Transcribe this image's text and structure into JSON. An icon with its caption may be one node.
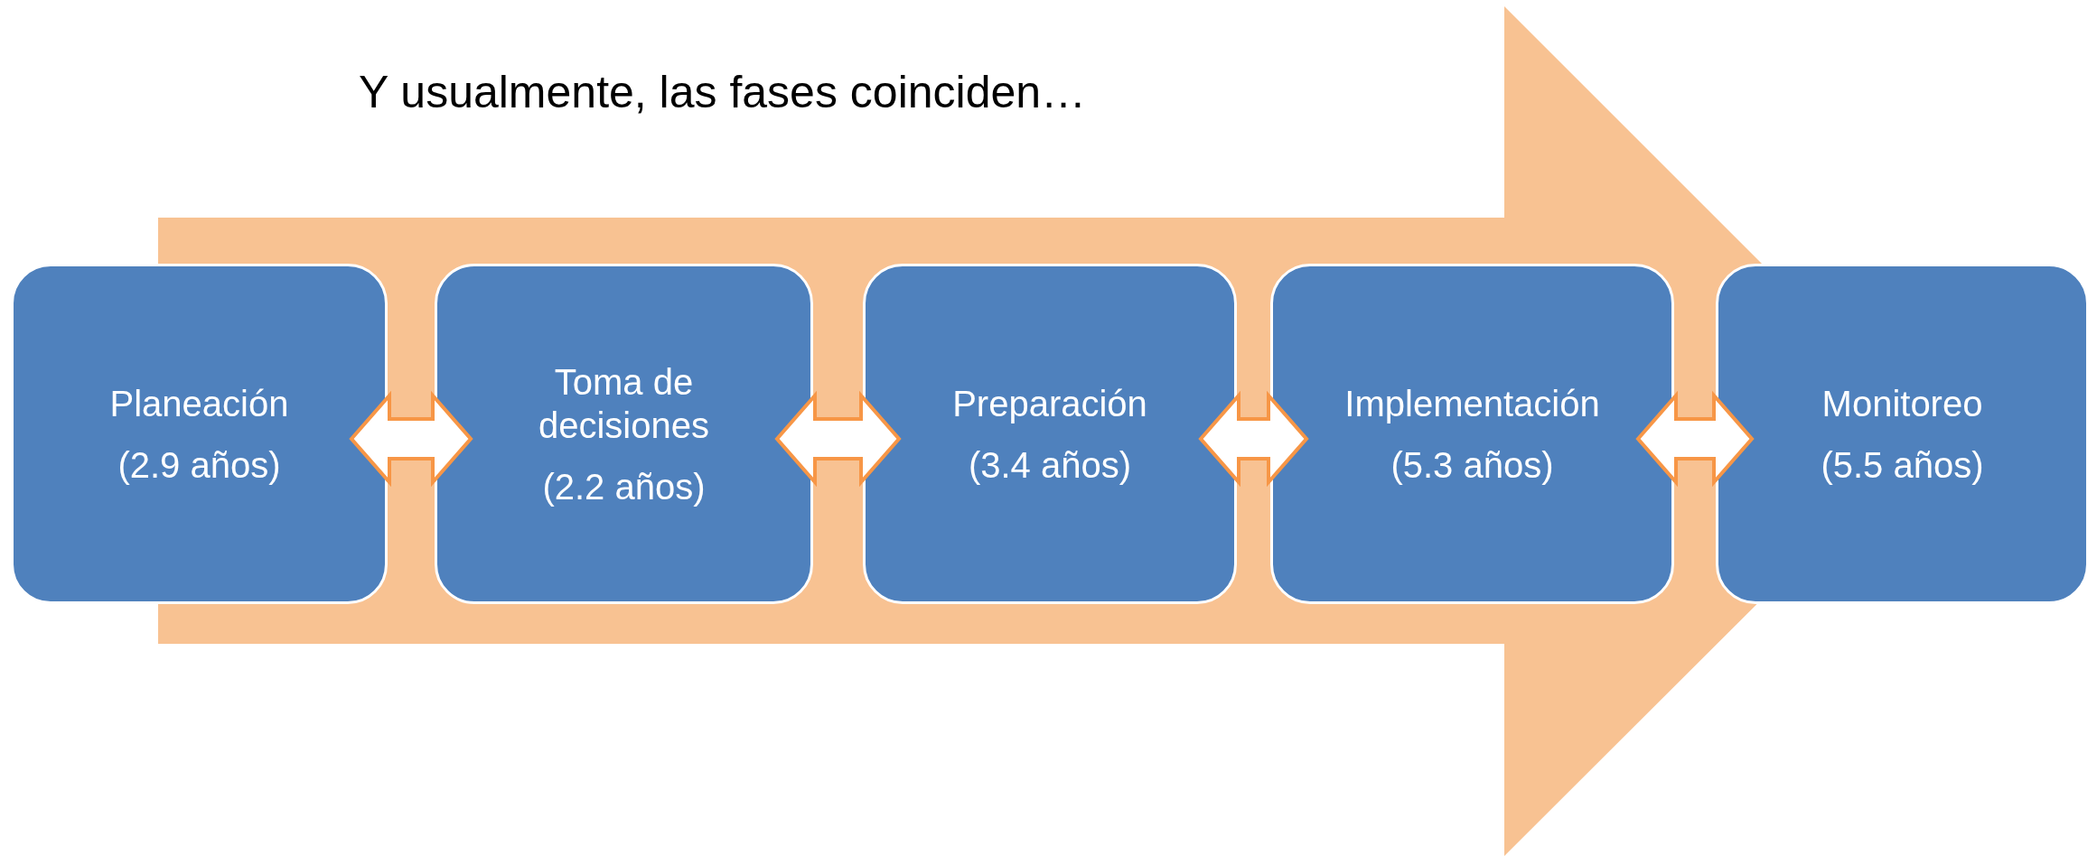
{
  "diagram": {
    "title": "Y usualmente, las fases coinciden…",
    "nodes": [
      {
        "text": [
          "Planeación",
          "(2.9 años)"
        ]
      },
      {
        "text": [
          "Toma de decisiones",
          "(2.2 años)"
        ]
      },
      {
        "text": [
          "Preparación",
          "(3.4 años)"
        ]
      },
      {
        "text": [
          "Implementación",
          "(5.3 años)"
        ]
      },
      {
        "text": [
          "Monitoreo",
          "(5.5 años)"
        ]
      }
    ],
    "edges": [
      {
        "from": 0,
        "to": 1,
        "arrow": "both"
      },
      {
        "from": 1,
        "to": 2,
        "arrow": "both"
      },
      {
        "from": 2,
        "to": 3,
        "arrow": "both"
      },
      {
        "from": 3,
        "to": 4,
        "arrow": "both"
      },
      {
        "from": 0,
        "to": 4,
        "arrow": "to",
        "style": "thick",
        "color": "#f8c292"
      }
    ]
  }
}
